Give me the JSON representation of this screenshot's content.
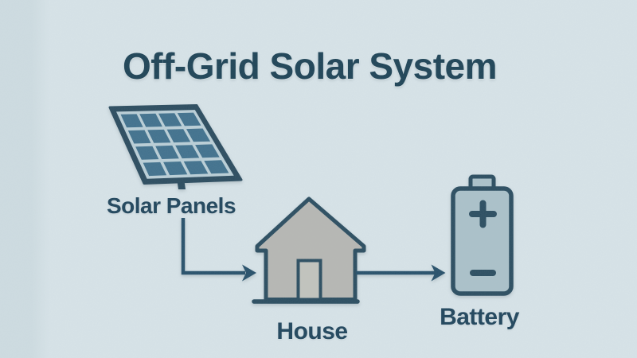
{
  "title": "Off-Grid Solar System",
  "diagram": {
    "nodes": [
      {
        "id": "solar-panels",
        "label": "Solar Panels",
        "icon": "solar-panel-icon"
      },
      {
        "id": "house",
        "label": "House",
        "icon": "house-icon"
      },
      {
        "id": "battery",
        "label": "Battery",
        "icon": "battery-icon",
        "terminal_positive": "+",
        "terminal_negative": "−"
      }
    ],
    "edges": [
      {
        "from": "solar-panels",
        "to": "house",
        "style": "elbow-arrow"
      },
      {
        "from": "house",
        "to": "battery",
        "style": "straight-arrow"
      }
    ],
    "solar_panel_grid": {
      "rows": 4,
      "cols": 4
    }
  },
  "colors": {
    "background": "#d7e3e8",
    "bg_edge": "#cedce1",
    "title_text": "#1e4356",
    "label_text": "#20455c",
    "outline": "#2b4d60",
    "arrow": "#27506a",
    "panel_frame": "#2c4c5f",
    "panel_grid_line": "#bacfd7",
    "panel_cell": "#41718d",
    "house_fill": "#b6b7b3",
    "door_fill": "#c2c3bd",
    "battery_fill": "#abc1c9"
  }
}
